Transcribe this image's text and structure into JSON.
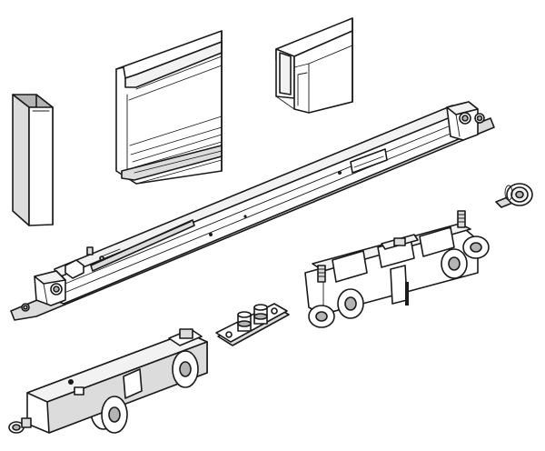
{
  "figure": {
    "kind": "exploded-view",
    "line_color": "#1a1a1a",
    "fill_colors": [
      "#ffffff",
      "#f2f2f2",
      "#dcdcdc",
      "#b4b4b4"
    ],
    "parts": [
      "end-cap",
      "top-track-rail",
      "track-profile",
      "damper-rail",
      "small-roller",
      "guide-bracket",
      "trolley-assembly",
      "roller-carriage"
    ]
  }
}
